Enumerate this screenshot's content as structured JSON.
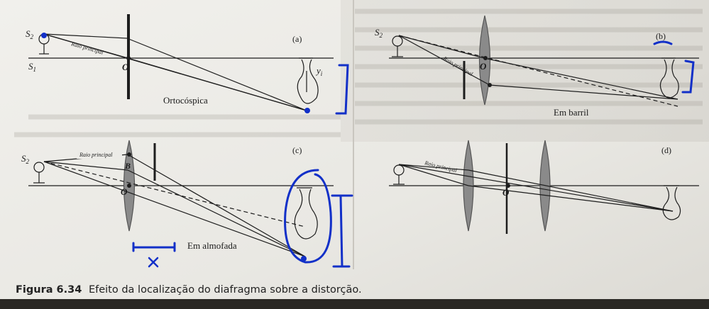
{
  "colors": {
    "ink": "#1d1d1d",
    "pen": "#1230c8",
    "paper": "#ecebe7",
    "lens": "#8a8a8a"
  },
  "figure": {
    "caption_number": "Figura 6.34",
    "caption_text": "Efeito da localização do diafragma sobre a distorção."
  },
  "panels": {
    "a": {
      "tag": "(a)",
      "s2": "S",
      "s2_sub": "2",
      "s1": "S",
      "s1_sub": "1",
      "ray_label": "Raio principal",
      "center": "O",
      "image_label": "y",
      "image_sub": "i",
      "title": "Ortocóspica"
    },
    "b": {
      "tag": "(b)",
      "s2": "S",
      "s2_sub": "2",
      "ray_label": "Raio principal",
      "center": "O",
      "title": "Em barril"
    },
    "c": {
      "tag": "(c)",
      "s2": "S",
      "s2_sub": "2",
      "ray_label": "Raio principal",
      "point_b": "B",
      "center": "O",
      "title": "Em almofada"
    },
    "d": {
      "tag": "(d)",
      "ray_label": "Raio principal",
      "center": "O"
    }
  },
  "annotations": {
    "handwritten_x": "x"
  }
}
